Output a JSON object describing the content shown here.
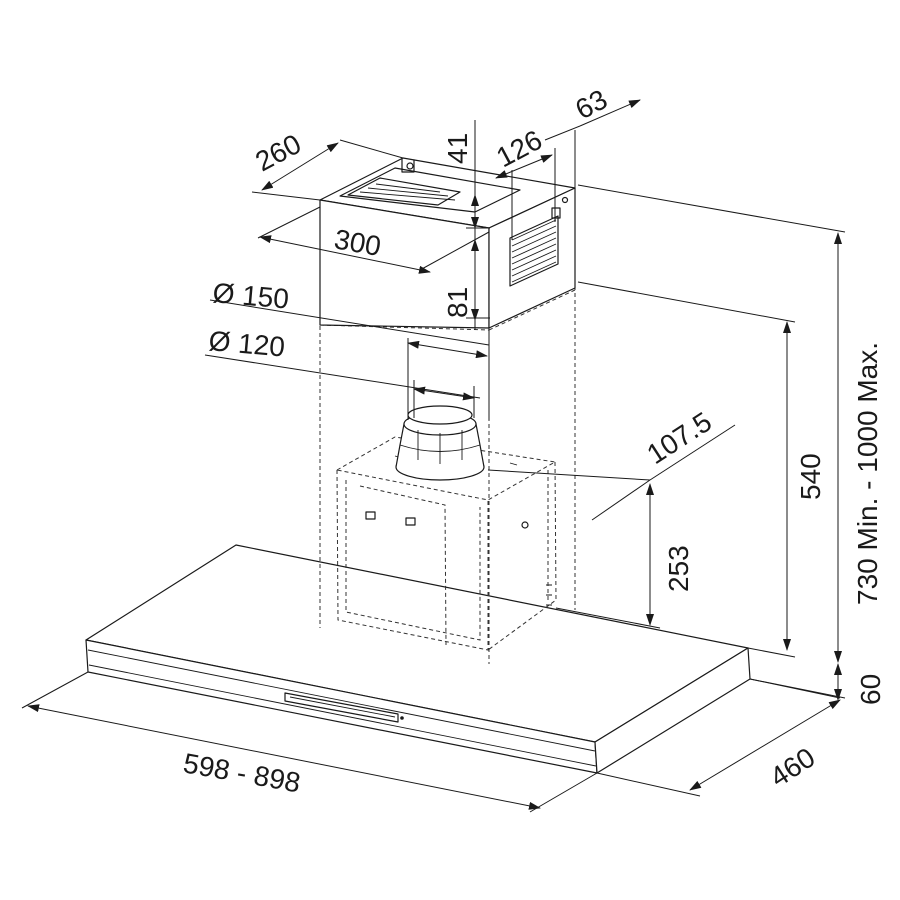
{
  "dimensions": {
    "chimney_depth": "260",
    "chimney_width": "300",
    "top_offset": "41",
    "bracket_width": "126",
    "bracket_depth": "63",
    "bracket_height": "81",
    "outer_duct": "Ø 150",
    "inner_duct": "Ø 120",
    "duct_offset": "107.5",
    "motor_height": "253",
    "chimney_height": "540",
    "total_height": "730 Min. - 1000 Max.",
    "canopy_height": "60",
    "hood_width": "598 - 898",
    "hood_depth": "460"
  }
}
